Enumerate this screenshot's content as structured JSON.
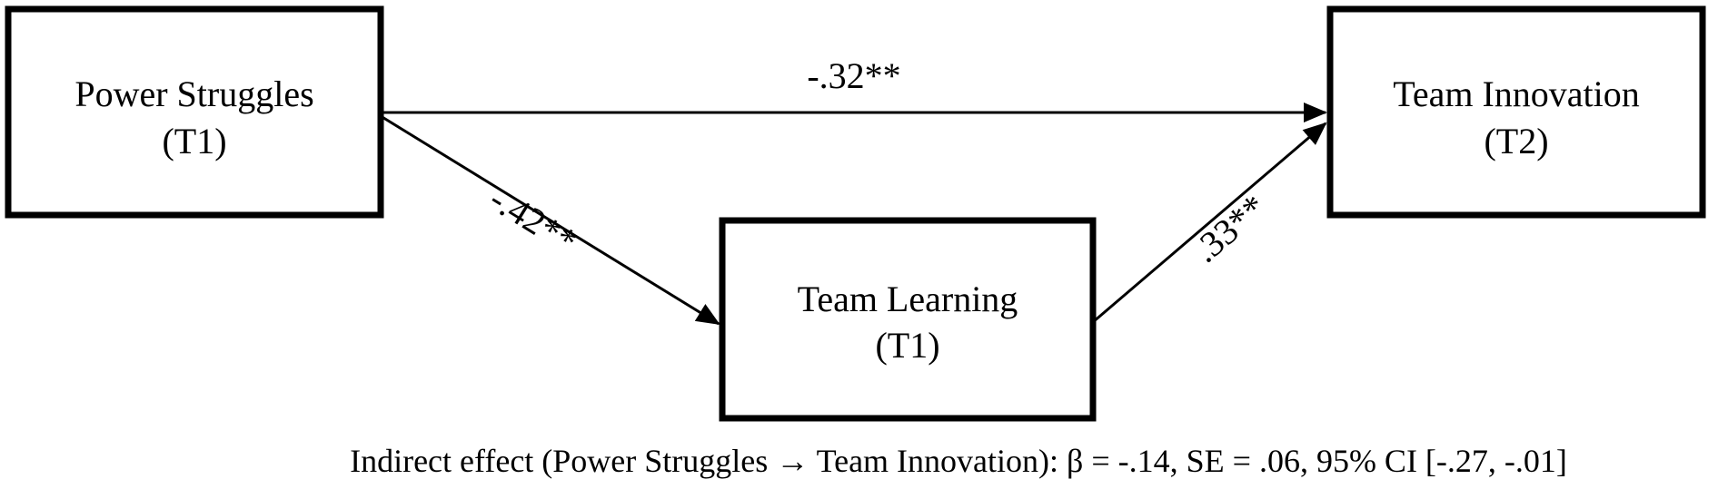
{
  "diagram": {
    "nodes": {
      "power_struggles": {
        "line1": "Power Struggles",
        "line2": "(T1)"
      },
      "team_innovation": {
        "line1": "Team Innovation",
        "line2": "(T2)"
      },
      "team_learning": {
        "line1": "Team Learning",
        "line2": "(T1)"
      }
    },
    "edges": {
      "direct": {
        "from": "Power Struggles",
        "to": "Team Innovation",
        "coefficient": "-.32**"
      },
      "path_a": {
        "from": "Power Struggles",
        "to": "Team Learning",
        "coefficient": "-.42**"
      },
      "path_b": {
        "from": "Team Learning",
        "to": "Team Innovation",
        "coefficient": ".33**"
      }
    },
    "footnote": "Indirect effect (Power Struggles → Team Innovation): β = -.14, SE = .06, 95% CI [-.27, -.01]"
  }
}
